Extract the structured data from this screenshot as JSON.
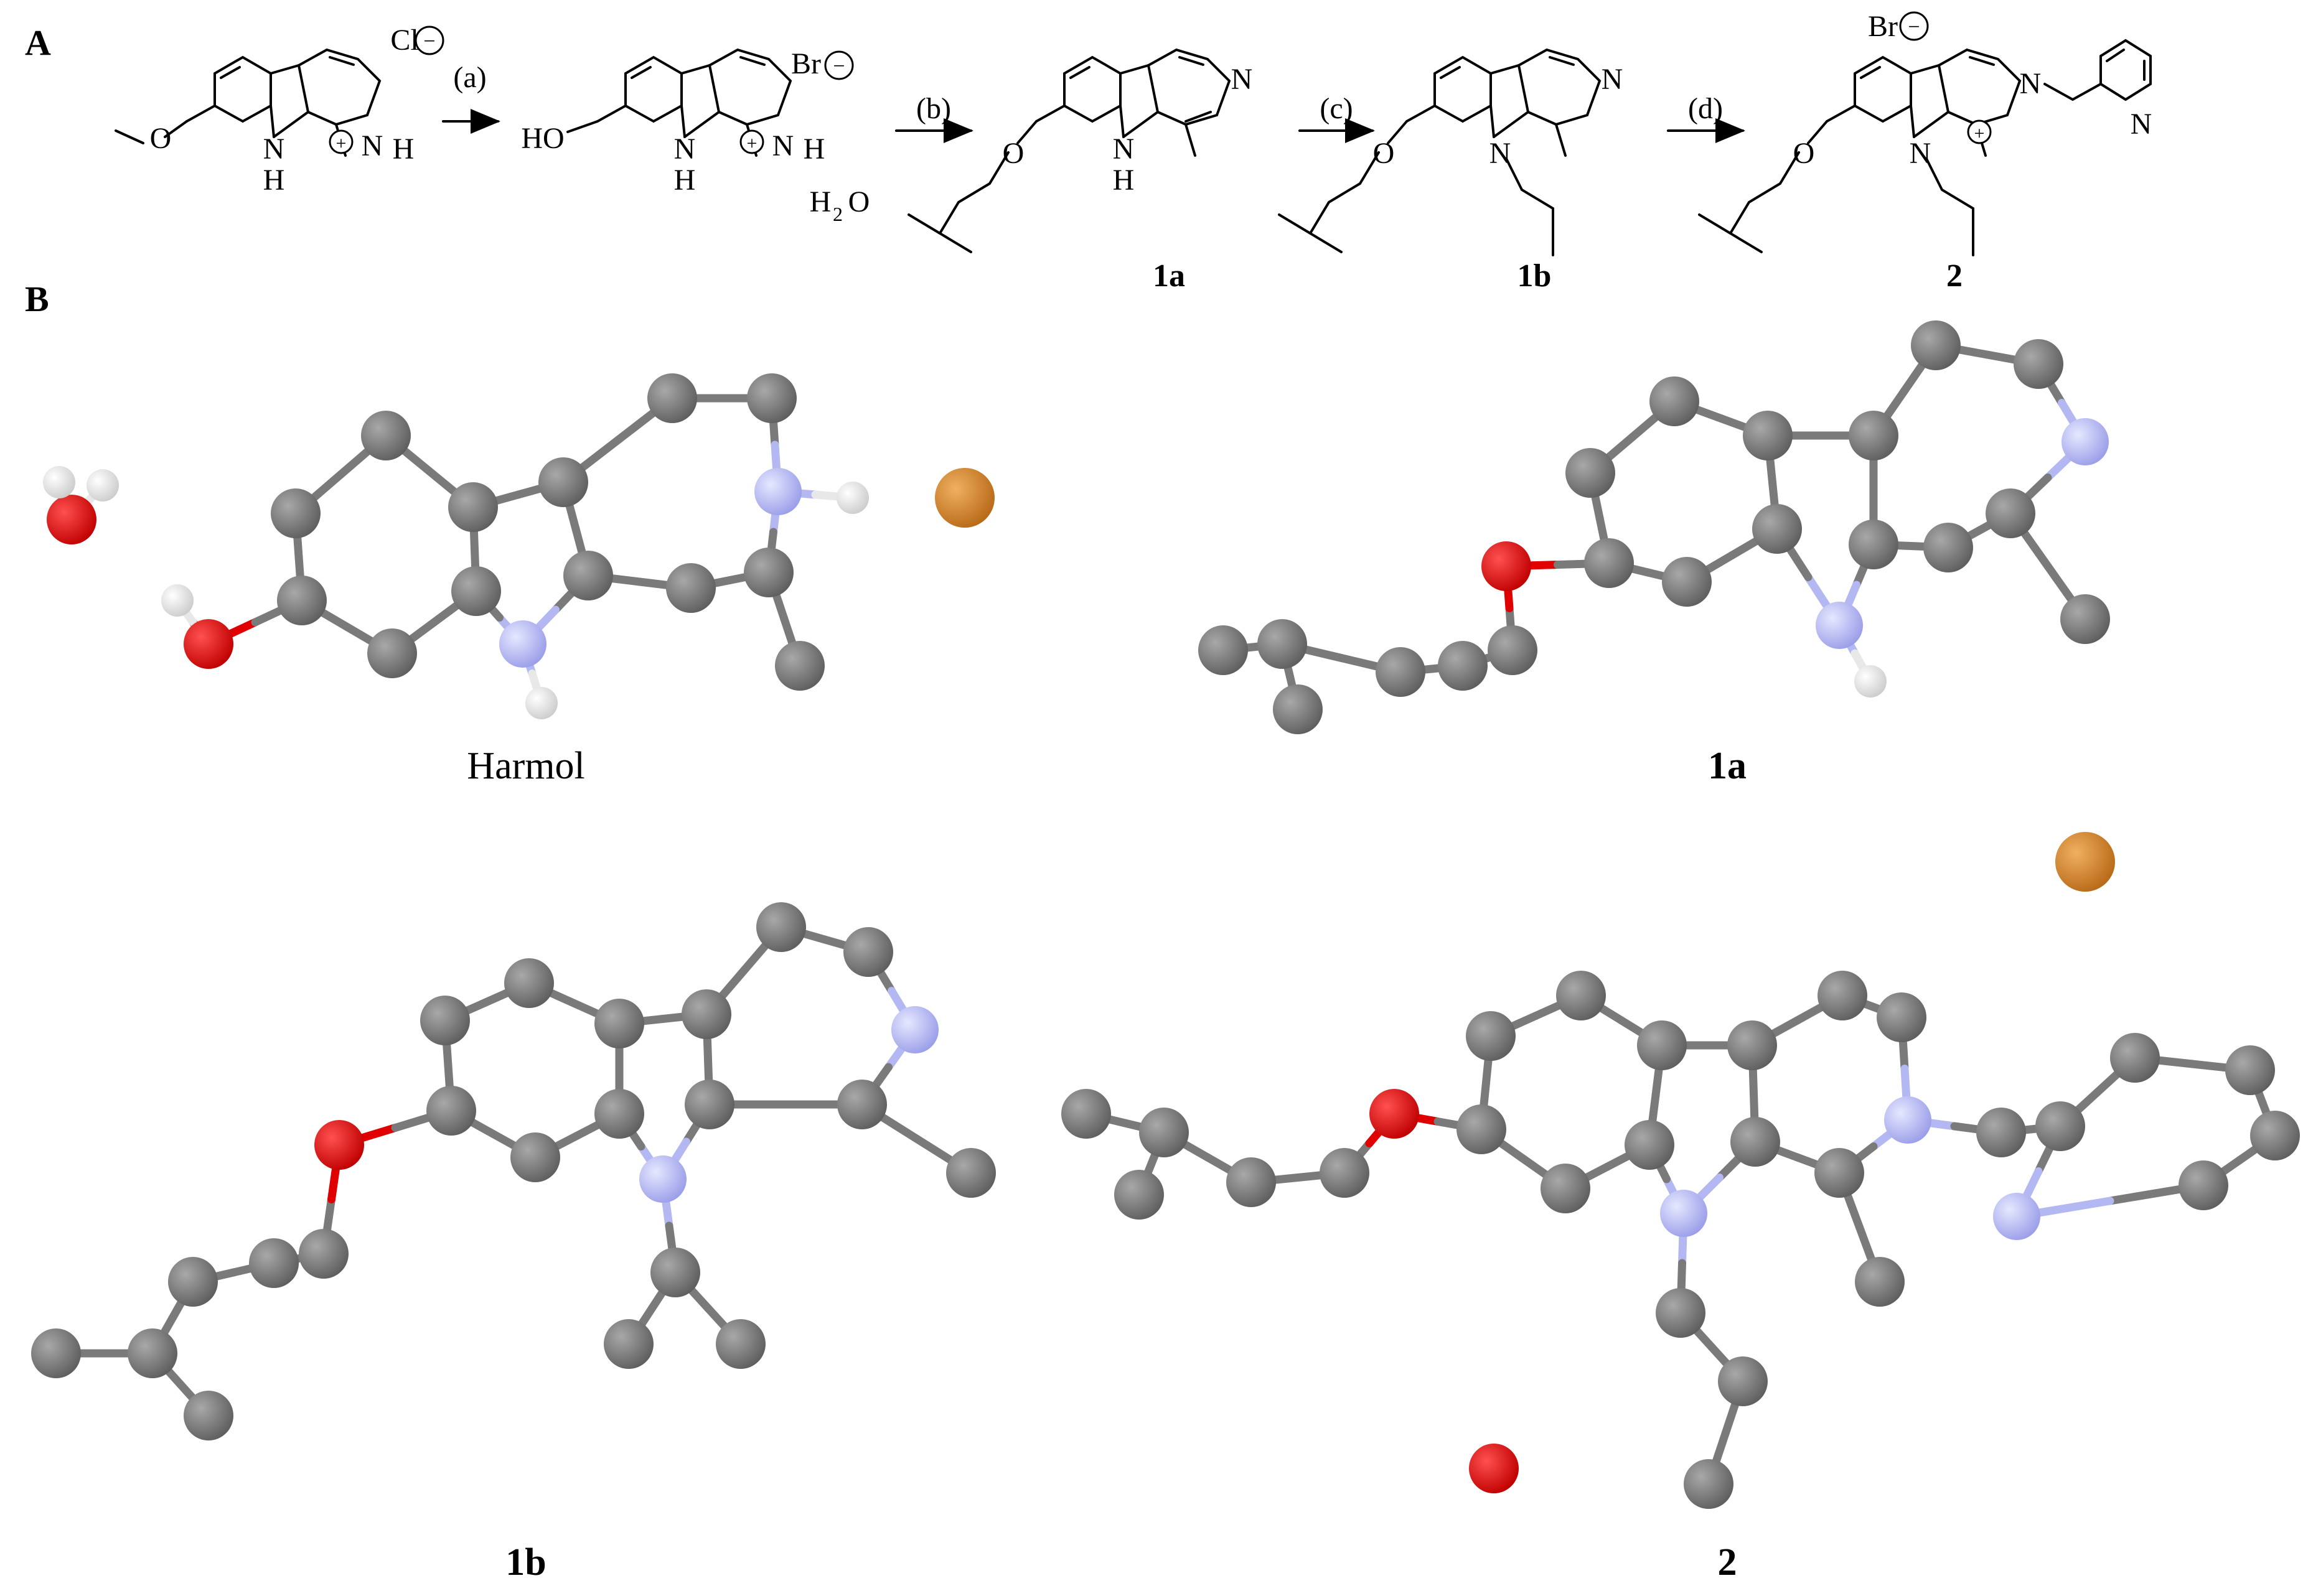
{
  "panel_labels": {
    "A": "A",
    "B": "B"
  },
  "scheme": {
    "arrow_conditions": [
      "(a)",
      "(b)",
      "(c)",
      "(d)"
    ],
    "atoms": {
      "methyl_ether_O": "O",
      "NH": "N",
      "H": "H",
      "N": "N",
      "O": "O",
      "HO": "HO",
      "Cl": "Cl",
      "Br": "Br",
      "water_H": "H",
      "water_sub": "2",
      "water_O": "O",
      "charge_plus": "+",
      "charge_minus": "−"
    },
    "compound_labels": [
      "1a",
      "1b",
      "2"
    ]
  },
  "crystal_structures": {
    "captions": [
      "Harmol",
      "1a",
      "1b",
      "2"
    ]
  },
  "colors": {
    "carbon": "#7a7a7a",
    "nitrogen": "#b4b8f2",
    "oxygen": "#e00000",
    "hydrogen": "#f2f2f2",
    "bromine": "#d4882a",
    "bond": "#7a7a7a"
  }
}
